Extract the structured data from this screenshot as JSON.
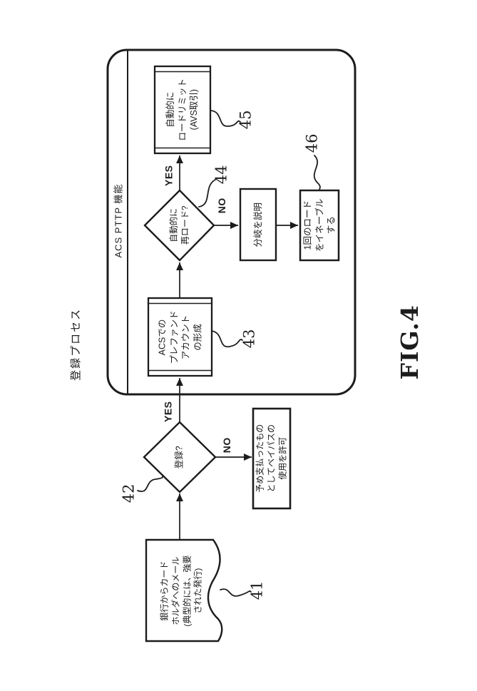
{
  "figure": {
    "side_title": "登録プロセス",
    "fig_label": "FIG.4"
  },
  "container": {
    "title": "ACS PTTP 機能"
  },
  "nodes": {
    "mail_41": {
      "text": "銀行からカード\nホルダへのメール\n(典型的には、強要\nされた発行)",
      "ref": "41"
    },
    "register_42": {
      "text": "登録?",
      "ref": "42",
      "yes": "YES",
      "no": "NO"
    },
    "prefund_43": {
      "text": "ACSでの\nプレファンド\nアカウント\nの形成",
      "ref": "43"
    },
    "autoreload_44": {
      "text": "自動的に\n再ロード?",
      "ref": "44",
      "yes": "YES",
      "no": "NO"
    },
    "loadlimit_45": {
      "text": "自動的に\nロードリミット\n(AVS取引)",
      "ref": "45"
    },
    "enable_once_46": {
      "text": "1回のロード\nをイネーブル\nする",
      "ref": "46"
    },
    "explain_branch": {
      "text": "分岐を説明"
    },
    "prepaid_allow": {
      "text": "予め支払ったもの\nとしてペイパスの\n使用を許可"
    }
  },
  "colors": {
    "ink": "#1c1c1c",
    "paper": "#ffffff"
  }
}
